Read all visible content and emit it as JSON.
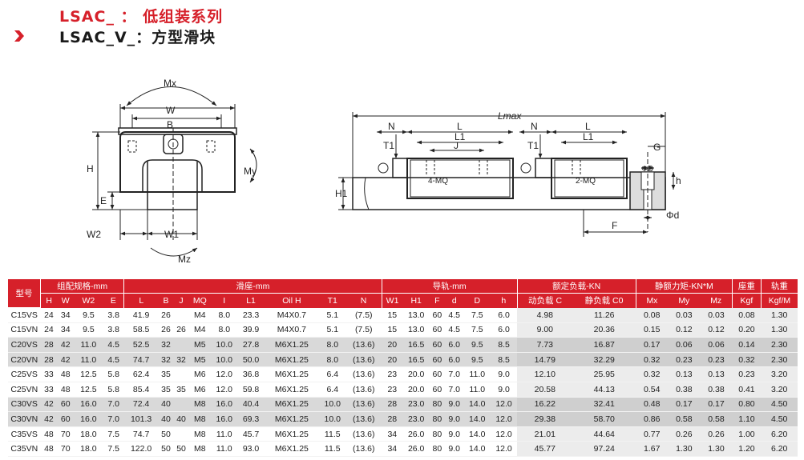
{
  "header": {
    "line1": "LSAC_ ： 低组装系列",
    "line2": "LSAC_V_：方型滑块"
  },
  "colors": {
    "accent": "#d6202a",
    "shade": "#d9d9d9"
  },
  "diagram": {
    "front": {
      "mx": "Mx",
      "w": "W",
      "b": "B",
      "h": "H",
      "e": "E",
      "w2": "W2",
      "w1": "W1",
      "my": "My",
      "mz": "Mz"
    },
    "side": {
      "lmax": "Lmax",
      "n": "N",
      "l": "L",
      "l1": "L1",
      "j": "J",
      "t1": "T1",
      "h1": "H1",
      "mq4": "4-MQ",
      "mq2": "2-MQ",
      "n2": "N",
      "l2": "L",
      "l12": "L1",
      "t12": "T1"
    },
    "rail": {
      "g": "G",
      "dd": "ΦD",
      "h": "h",
      "d": "Φd",
      "f": "F"
    }
  },
  "table": {
    "model_header": "型号",
    "groups": [
      "组配规格-mm",
      "滑座-mm",
      "导轨-mm",
      "额定负载-KN",
      "静额力矩-KN*M",
      "座重",
      "轨重"
    ],
    "cols": [
      "H",
      "W",
      "W2",
      "E",
      "L",
      "B",
      "J",
      "MQ",
      "I",
      "L1",
      "Oil H",
      "T1",
      "N",
      "W1",
      "H1",
      "F",
      "d",
      "D",
      "h",
      "动负载 C",
      "静负载 C0",
      "Mx",
      "My",
      "Mz",
      "Kgf",
      "Kgf/M"
    ],
    "rows": [
      [
        "C15VS",
        "24",
        "34",
        "9.5",
        "3.8",
        "41.9",
        "26",
        "",
        "M4",
        "8.0",
        "23.3",
        "M4X0.7",
        "5.1",
        "(7.5)",
        "15",
        "13.0",
        "60",
        "4.5",
        "7.5",
        "6.0",
        "4.98",
        "11.26",
        "0.08",
        "0.03",
        "0.03",
        "0.08",
        "1.30"
      ],
      [
        "C15VN",
        "24",
        "34",
        "9.5",
        "3.8",
        "58.5",
        "26",
        "26",
        "M4",
        "8.0",
        "39.9",
        "M4X0.7",
        "5.1",
        "(7.5)",
        "15",
        "13.0",
        "60",
        "4.5",
        "7.5",
        "6.0",
        "9.00",
        "20.36",
        "0.15",
        "0.12",
        "0.12",
        "0.20",
        "1.30"
      ],
      [
        "C20VS",
        "28",
        "42",
        "11.0",
        "4.5",
        "52.5",
        "32",
        "",
        "M5",
        "10.0",
        "27.8",
        "M6X1.25",
        "8.0",
        "(13.6)",
        "20",
        "16.5",
        "60",
        "6.0",
        "9.5",
        "8.5",
        "7.73",
        "16.87",
        "0.17",
        "0.06",
        "0.06",
        "0.14",
        "2.30"
      ],
      [
        "C20VN",
        "28",
        "42",
        "11.0",
        "4.5",
        "74.7",
        "32",
        "32",
        "M5",
        "10.0",
        "50.0",
        "M6X1.25",
        "8.0",
        "(13.6)",
        "20",
        "16.5",
        "60",
        "6.0",
        "9.5",
        "8.5",
        "14.79",
        "32.29",
        "0.32",
        "0.23",
        "0.23",
        "0.32",
        "2.30"
      ],
      [
        "C25VS",
        "33",
        "48",
        "12.5",
        "5.8",
        "62.4",
        "35",
        "",
        "M6",
        "12.0",
        "36.8",
        "M6X1.25",
        "6.4",
        "(13.6)",
        "23",
        "20.0",
        "60",
        "7.0",
        "11.0",
        "9.0",
        "12.10",
        "25.95",
        "0.32",
        "0.13",
        "0.13",
        "0.23",
        "3.20"
      ],
      [
        "C25VN",
        "33",
        "48",
        "12.5",
        "5.8",
        "85.4",
        "35",
        "35",
        "M6",
        "12.0",
        "59.8",
        "M6X1.25",
        "6.4",
        "(13.6)",
        "23",
        "20.0",
        "60",
        "7.0",
        "11.0",
        "9.0",
        "20.58",
        "44.13",
        "0.54",
        "0.38",
        "0.38",
        "0.41",
        "3.20"
      ],
      [
        "C30VS",
        "42",
        "60",
        "16.0",
        "7.0",
        "72.4",
        "40",
        "",
        "M8",
        "16.0",
        "40.4",
        "M6X1.25",
        "10.0",
        "(13.6)",
        "28",
        "23.0",
        "80",
        "9.0",
        "14.0",
        "12.0",
        "16.22",
        "32.41",
        "0.48",
        "0.17",
        "0.17",
        "0.80",
        "4.50"
      ],
      [
        "C30VN",
        "42",
        "60",
        "16.0",
        "7.0",
        "101.3",
        "40",
        "40",
        "M8",
        "16.0",
        "69.3",
        "M6X1.25",
        "10.0",
        "(13.6)",
        "28",
        "23.0",
        "80",
        "9.0",
        "14.0",
        "12.0",
        "29.38",
        "58.70",
        "0.86",
        "0.58",
        "0.58",
        "1.10",
        "4.50"
      ],
      [
        "C35VS",
        "48",
        "70",
        "18.0",
        "7.5",
        "74.7",
        "50",
        "",
        "M8",
        "11.0",
        "45.7",
        "M6X1.25",
        "11.5",
        "(13.6)",
        "34",
        "26.0",
        "80",
        "9.0",
        "14.0",
        "12.0",
        "21.01",
        "44.64",
        "0.77",
        "0.26",
        "0.26",
        "1.00",
        "6.20"
      ],
      [
        "C35VN",
        "48",
        "70",
        "18.0",
        "7.5",
        "122.0",
        "50",
        "50",
        "M8",
        "11.0",
        "93.0",
        "M6X1.25",
        "11.5",
        "(13.6)",
        "34",
        "26.0",
        "80",
        "9.0",
        "14.0",
        "12.0",
        "45.77",
        "97.24",
        "1.67",
        "1.30",
        "1.30",
        "1.20",
        "6.20"
      ]
    ]
  }
}
